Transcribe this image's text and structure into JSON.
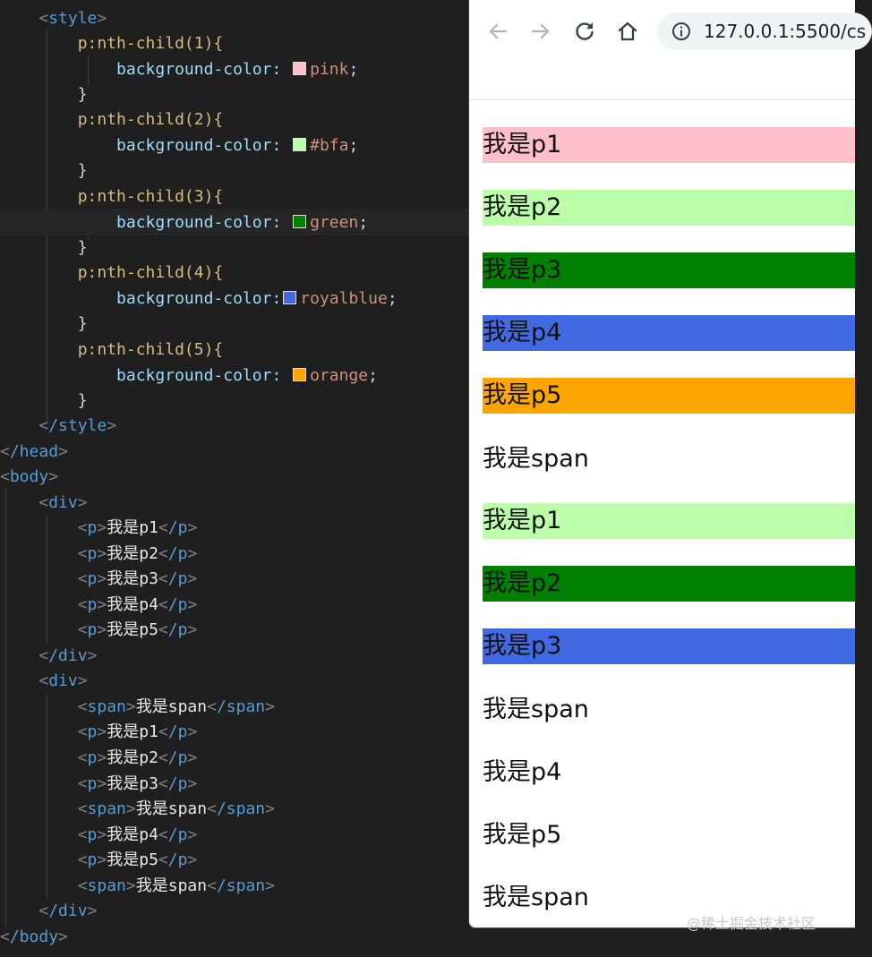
{
  "code": {
    "style_open": "style",
    "style_close": "/style",
    "rules": [
      {
        "selector": "p:nth-child(1){",
        "property": "background-color:",
        "value": "pink",
        "swatch": "#ffc0cb"
      },
      {
        "selector": "p:nth-child(2){",
        "property": "background-color:",
        "value": "#bfa",
        "swatch": "#bbffaa"
      },
      {
        "selector": "p:nth-child(3){",
        "property": "background-color:",
        "value": "green",
        "swatch": "#008000"
      },
      {
        "selector": "p:nth-child(4){",
        "property": "background-color:",
        "value": "royalblue",
        "swatch": "#4169e1"
      },
      {
        "selector": "p:nth-child(5){",
        "property": "background-color:",
        "value": "orange",
        "swatch": "#ffa500"
      }
    ],
    "close_brace": "}",
    "semicolon": ";",
    "head_close": "/head",
    "body_open": "body",
    "body_close": "/body",
    "div_open": "div",
    "div_close": "/div",
    "p_tag": "p",
    "p_close": "/p",
    "span_tag": "span",
    "span_close": "/span",
    "div1_texts": [
      "我是p1",
      "我是p2",
      "我是p3",
      "我是p4",
      "我是p5"
    ],
    "div2_items": [
      {
        "tag": "span",
        "text": "我是span"
      },
      {
        "tag": "p",
        "text": "我是p1"
      },
      {
        "tag": "p",
        "text": "我是p2"
      },
      {
        "tag": "p",
        "text": "我是p3"
      },
      {
        "tag": "span",
        "text": "我是span"
      },
      {
        "tag": "p",
        "text": "我是p4"
      },
      {
        "tag": "p",
        "text": "我是p5"
      },
      {
        "tag": "span",
        "text": "我是span"
      }
    ]
  },
  "browser": {
    "address": "127.0.0.1:5500/cs",
    "icons": [
      "back-arrow-icon",
      "forward-arrow-icon",
      "reload-icon",
      "home-icon",
      "info-icon"
    ],
    "rows": [
      {
        "text": "我是p1",
        "bg": "#ffc0cb"
      },
      {
        "text": "我是p2",
        "bg": "#bbffaa"
      },
      {
        "text": "我是p3",
        "bg": "#008000"
      },
      {
        "text": "我是p4",
        "bg": "#4169e1"
      },
      {
        "text": "我是p5",
        "bg": "#ffa500"
      },
      {
        "text": "我是span",
        "bg": ""
      },
      {
        "text": "我是p1",
        "bg": "#bbffaa"
      },
      {
        "text": "我是p2",
        "bg": "#008000"
      },
      {
        "text": "我是p3",
        "bg": "#4169e1"
      },
      {
        "text": "我是span",
        "bg": ""
      },
      {
        "text": "我是p4",
        "bg": ""
      },
      {
        "text": "我是p5",
        "bg": ""
      },
      {
        "text": "我是span",
        "bg": ""
      }
    ]
  },
  "watermark": "@稀土掘金技术社区"
}
